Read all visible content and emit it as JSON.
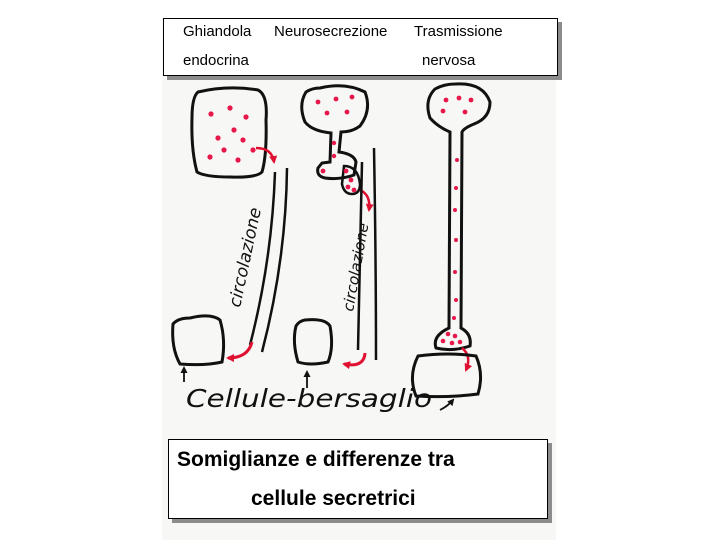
{
  "header": {
    "col1_line1": "Ghiandola",
    "col1_line2": "endocrina",
    "col2_line1": "Neurosecrezione",
    "col3_line1": "Trasmissione",
    "col3_line2": "nervosa"
  },
  "diagram": {
    "label_circulation_1": "circolazione",
    "label_circulation_2": "circolazione",
    "label_targets": "Cellule-bersaglio"
  },
  "footer": {
    "line1": "Somiglianze e differenze tra",
    "line2": "cellule secretrici"
  },
  "colors": {
    "ink": "#111111",
    "granule": "#e8174a",
    "arrow": "#e01030"
  }
}
